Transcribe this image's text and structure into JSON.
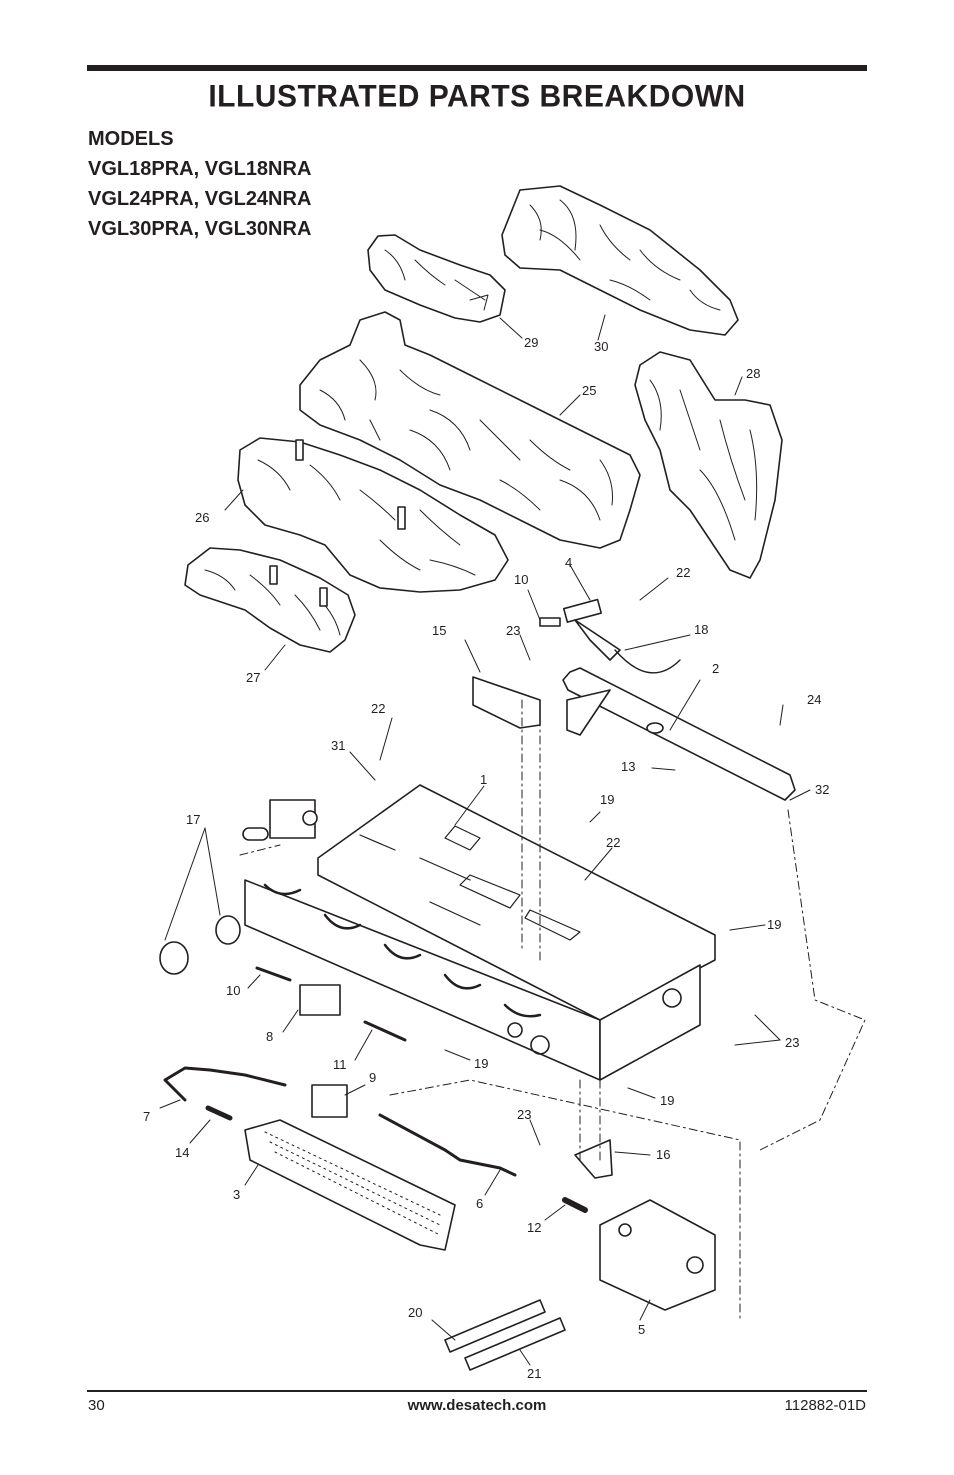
{
  "header": {
    "title": "ILLUSTRATED PARTS BREAKDOWN"
  },
  "models": {
    "heading": "MODELS",
    "lines": [
      "VGL18PRA, VGL18NRA",
      "VGL24PRA, VGL24NRA",
      "VGL30PRA, VGL30NRA"
    ]
  },
  "callouts": {
    "c29": "29",
    "c30": "30",
    "c28": "28",
    "c25": "25",
    "c26": "26",
    "c27": "27",
    "c4": "4",
    "c22a": "22",
    "c10a": "10",
    "c18": "18",
    "c15": "15",
    "c23a": "23",
    "c2": "2",
    "c24": "24",
    "c22b": "22",
    "c31": "31",
    "c1": "1",
    "c13": "13",
    "c32": "32",
    "c17": "17",
    "c19a": "19",
    "c22c": "22",
    "c19b": "19",
    "c10b": "10",
    "c8": "8",
    "c11": "11",
    "c19c": "19",
    "c23b": "23",
    "c9": "9",
    "c7": "7",
    "c19d": "19",
    "c23c": "23",
    "c14": "14",
    "c16": "16",
    "c3": "3",
    "c6": "6",
    "c12": "12",
    "c20": "20",
    "c5": "5",
    "c21": "21"
  },
  "footer": {
    "page_number": "30",
    "website": "www.desatech.com",
    "doc_number": "112882-01D"
  }
}
